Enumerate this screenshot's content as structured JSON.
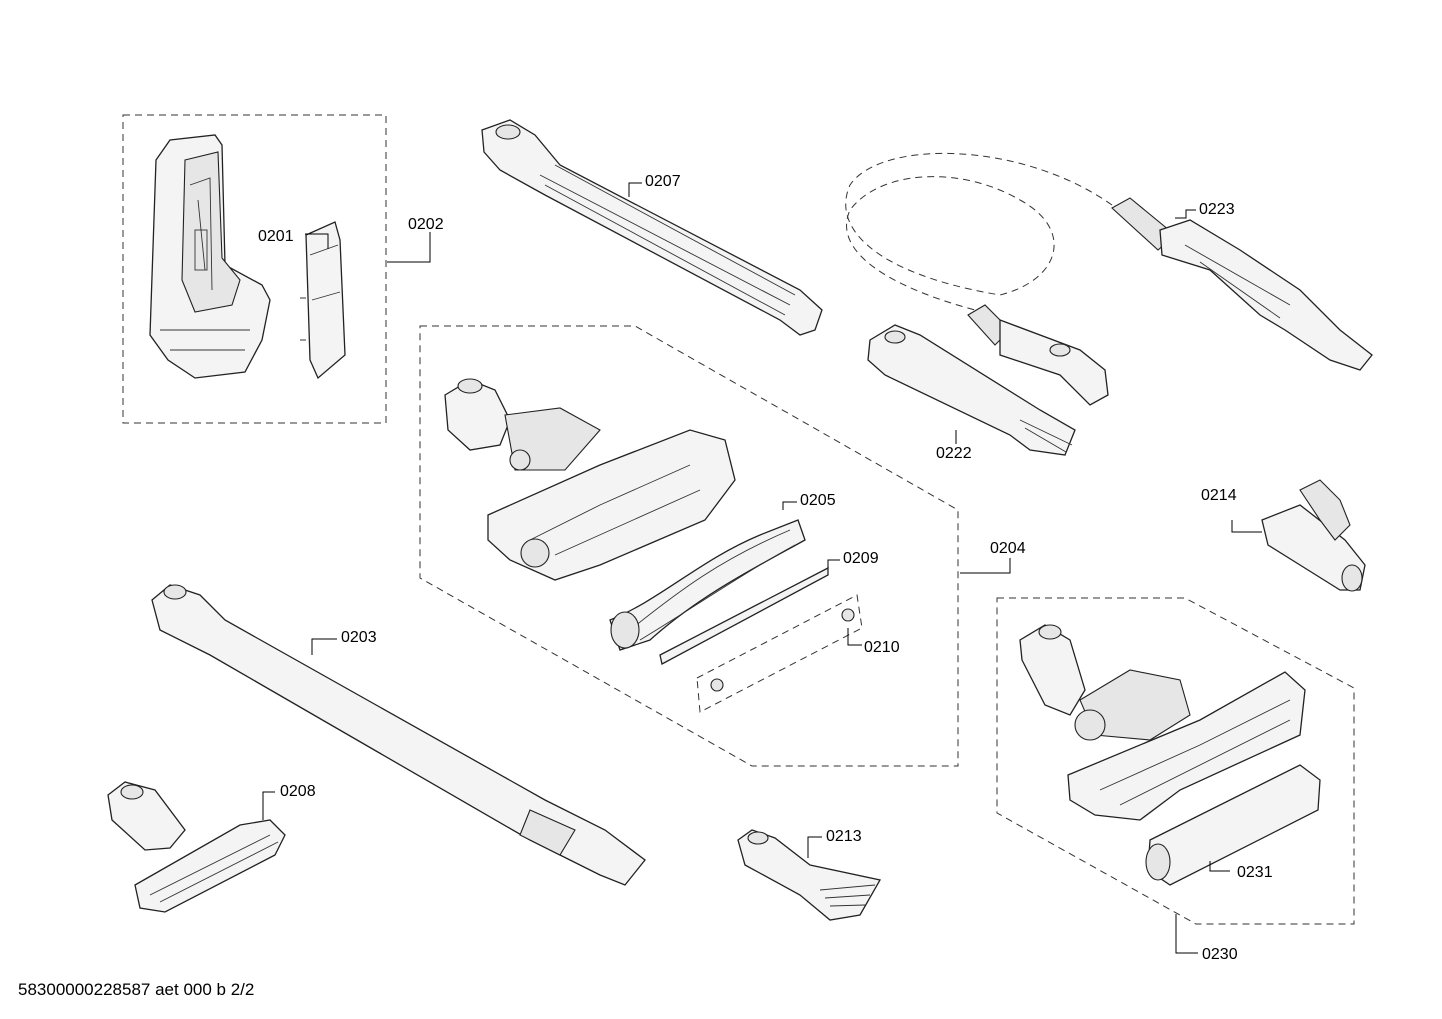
{
  "labels": {
    "p0201": "0201",
    "p0202": "0202",
    "p0203": "0203",
    "p0204": "0204",
    "p0205": "0205",
    "p0207": "0207",
    "p0208": "0208",
    "p0209": "0209",
    "p0210": "0210",
    "p0213": "0213",
    "p0214": "0214",
    "p0222": "0222",
    "p0223": "0223",
    "p0230": "0230",
    "p0231": "0231"
  },
  "footer": "58300000228587 aet 000 b 2/2"
}
